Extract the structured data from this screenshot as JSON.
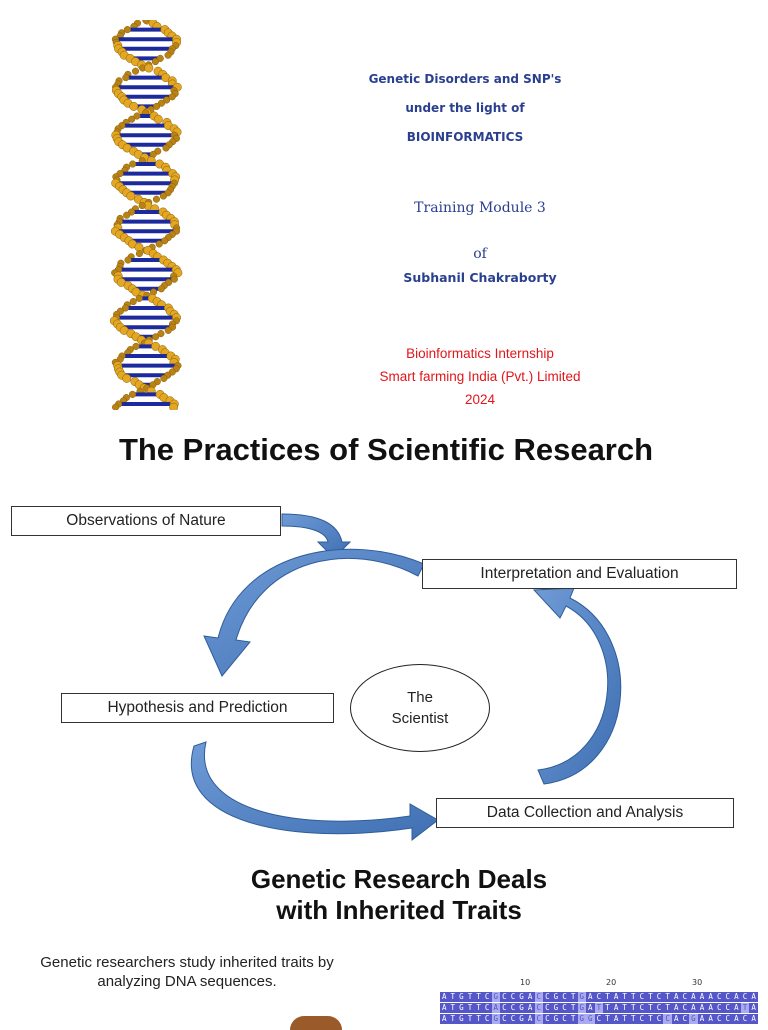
{
  "cover": {
    "title_line1": "Genetic Disorders and SNP's",
    "title_line2": "under the light of",
    "title_line3": "BIOINFORMATICS",
    "module": "Training Module 3",
    "of": "of",
    "author": "Subhanil Chakraborty",
    "org_line1": "Bioinformatics Internship",
    "org_line2": "Smart farming India (Pvt.) Limited",
    "year": "2024"
  },
  "section1": {
    "heading": "The Practices of Scientific Research",
    "boxes": {
      "observations": "Observations of Nature",
      "interpretation": "Interpretation and Evaluation",
      "hypothesis": "Hypothesis and Prediction",
      "data": "Data Collection and Analysis"
    },
    "center_line1": "The",
    "center_line2": "Scientist"
  },
  "section2": {
    "heading_line1": "Genetic Research Deals",
    "heading_line2": "with Inherited Traits",
    "body_line1": "Genetic researchers study inherited traits by",
    "body_line2": "analyzing DNA sequences.",
    "sequence": {
      "ticks": [
        "10",
        "20",
        "30"
      ],
      "rows": [
        "ATGTTCGCCGACCGCTGACTATTCTCTACAAACCACA",
        "ATGTTCACCGACCGCTGATTATTCTCTACAAACCATA",
        "ATGTTCGCCGACCGCTGGCTATTCTCCACGAACCACA"
      ]
    }
  },
  "colors": {
    "cover_blue": "#2a3f8f",
    "cover_red": "#e0161b",
    "arrow_blue": "#4f7fc0",
    "seq_dark": "#5557c8",
    "seq_light": "#a9aaf0"
  }
}
